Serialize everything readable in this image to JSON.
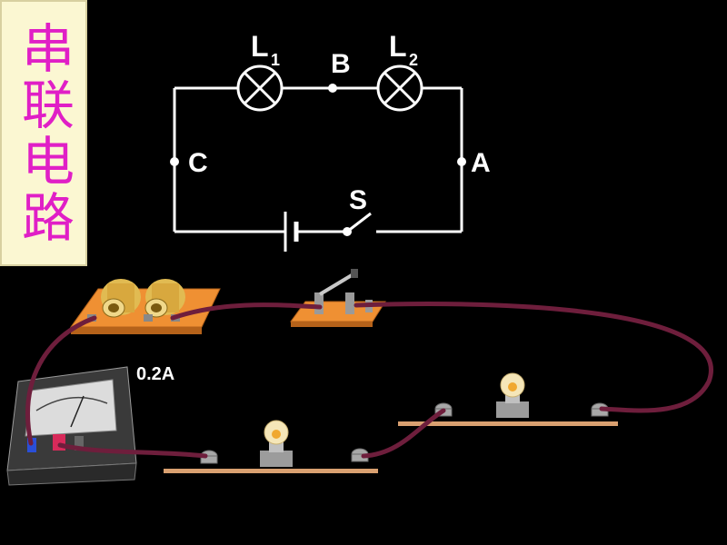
{
  "title": "串联电路",
  "schematic": {
    "labels": {
      "lamp1_main": "L",
      "lamp1_sub": "1",
      "lamp2_main": "L",
      "lamp2_sub": "2",
      "point_b": "B",
      "point_c": "C",
      "point_a": "A",
      "switch": "S"
    }
  },
  "apparatus": {
    "ammeter_reading": "0.2A"
  },
  "colors": {
    "background": "#000000",
    "title_text": "#e01fc6",
    "title_box": "#fbf7d2",
    "wire_schematic": "#ffffff",
    "wire_real": "#6e1e3c",
    "board": "#e8892a"
  }
}
